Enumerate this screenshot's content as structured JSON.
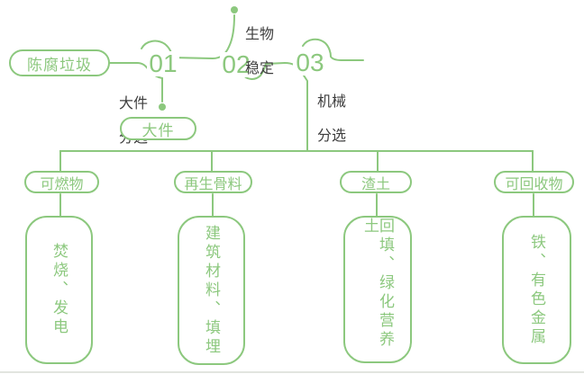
{
  "colors": {
    "line_green": "#8cc87e",
    "label_text": "#3d3d3d",
    "bottom_edge": "#e2e5df"
  },
  "source": {
    "label": "陈腐垃圾"
  },
  "steps": [
    {
      "number": "01",
      "label_line1": "大件",
      "label_line2": "分选",
      "output_label": "大件"
    },
    {
      "number": "02",
      "label_line1": "生物",
      "label_line2": "稳定"
    },
    {
      "number": "03",
      "label_line1": "机械",
      "label_line2": "分选"
    }
  ],
  "branches": [
    {
      "category": "可燃物",
      "result": "焚烧、发电"
    },
    {
      "category": "再生骨料",
      "result": "建筑材料、填埋"
    },
    {
      "category": "渣土",
      "result": "回填、绿化营养土"
    },
    {
      "category": "可回收物",
      "result": "铁、有色金属"
    }
  ]
}
